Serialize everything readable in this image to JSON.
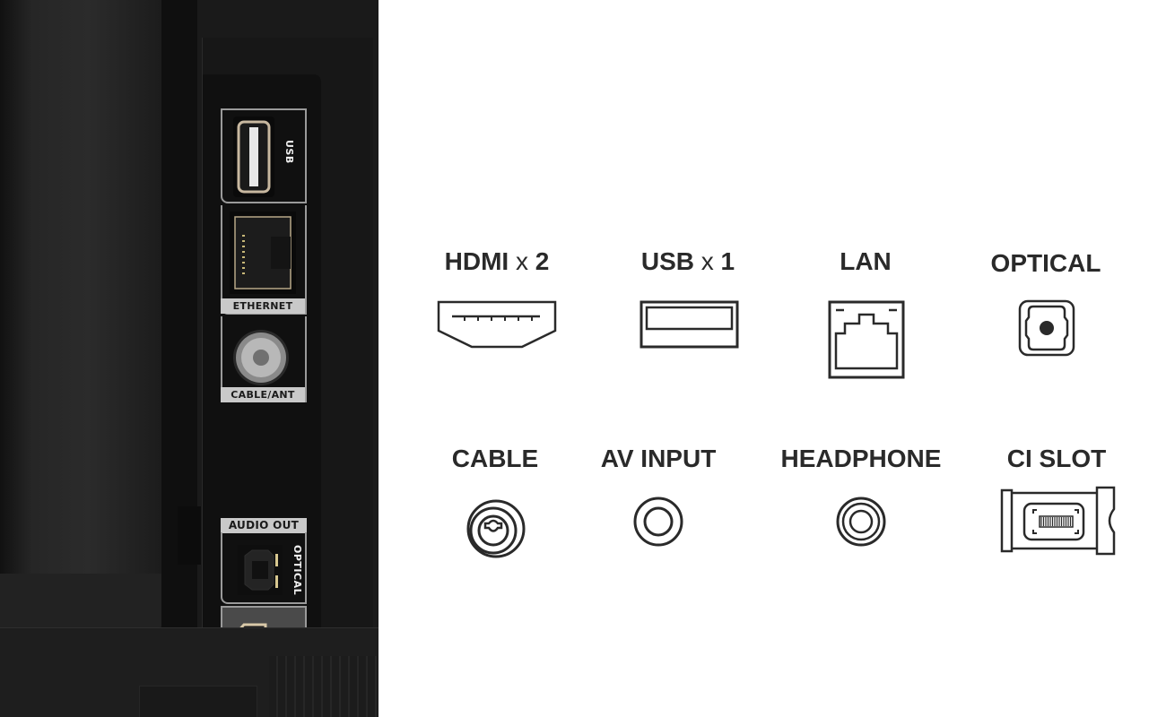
{
  "photo": {
    "description": "TV rear port panel",
    "port_labels": {
      "usb": "USB",
      "ethernet": "ETHERNET",
      "cable_ant": "CABLE/ANT",
      "audio_out": "AUDIO OUT",
      "optical": "OPTICAL"
    }
  },
  "specs": {
    "row1": [
      {
        "name": "HDMI",
        "sep": "x",
        "count": "2",
        "icon": "hdmi-port-icon"
      },
      {
        "name": "USB",
        "sep": "x",
        "count": "1",
        "icon": "usb-port-icon"
      },
      {
        "name": "LAN",
        "icon": "lan-port-icon"
      },
      {
        "name": "OPTICAL",
        "icon": "optical-port-icon"
      }
    ],
    "row2": [
      {
        "name": "CABLE",
        "icon": "coaxial-port-icon"
      },
      {
        "name": "AV INPUT",
        "icon": "av-input-port-icon"
      },
      {
        "name": "HEADPHONE",
        "icon": "headphone-jack-icon"
      },
      {
        "name": "CI SLOT",
        "icon": "ci-slot-icon"
      }
    ]
  },
  "colors": {
    "icon_stroke": "#2a2a2a",
    "text": "#2a2a2a",
    "background": "#ffffff",
    "tv_body": "#141414"
  }
}
